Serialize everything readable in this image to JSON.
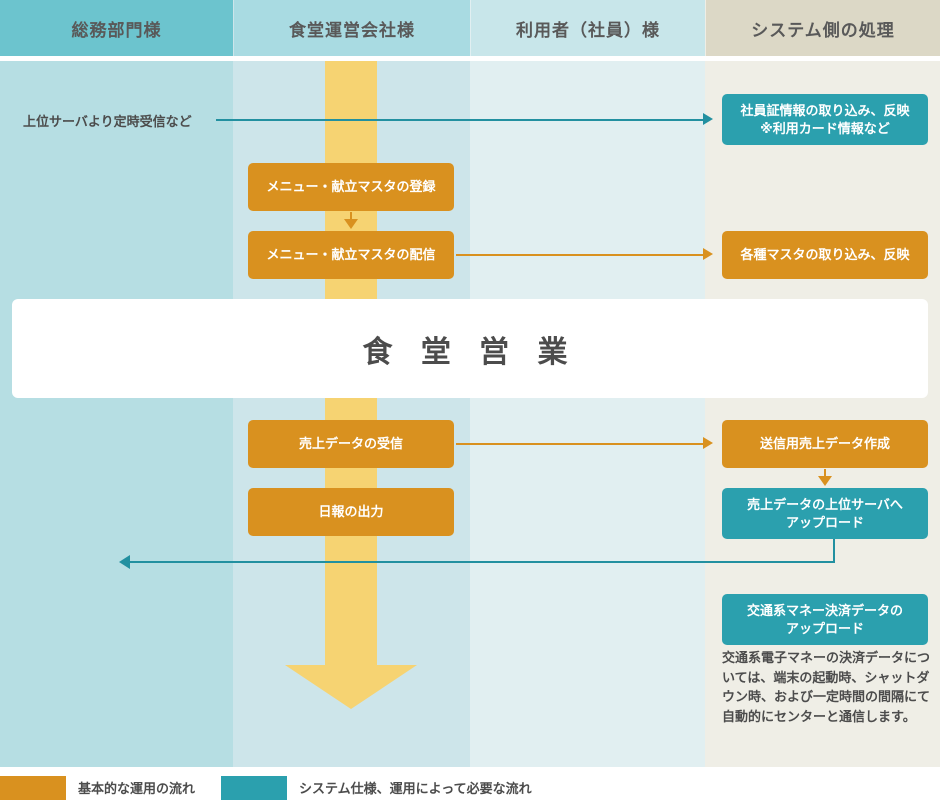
{
  "columns": [
    {
      "id": "general-affairs",
      "label": "総務部門様",
      "header_color": "#6cc4ce",
      "body_color": "#b6dee3"
    },
    {
      "id": "cafeteria-operator",
      "label": "食堂運営会社様",
      "header_color": "#a9dbe2",
      "body_color": "#cde5ea"
    },
    {
      "id": "user-employee",
      "label": "利用者（社員）様",
      "header_color": "#c8e6ea",
      "body_color": "#e1eff1"
    },
    {
      "id": "system-processing",
      "label": "システム側の処理",
      "header_color": "#dcd8c6",
      "body_color": "#efeee6"
    }
  ],
  "labels": {
    "upstream_receive": "上位サーバより定時受信など"
  },
  "nodes": {
    "employee_card_import": "社員証情報の取り込み、反映\n※利用カード情報など",
    "employee_card_import_line1": "社員証情報の取り込み、反映",
    "employee_card_import_line2": "※利用カード情報など",
    "menu_master_register": "メニュー・献立マスタの登録",
    "menu_master_distribute": "メニュー・献立マスタの配信",
    "master_import": "各種マスタの取り込み、反映",
    "sales_data_receive": "売上データの受信",
    "daily_report_output": "日報の出力",
    "sales_data_create": "送信用売上データ作成",
    "sales_upload_line1": "売上データの上位サーバへ",
    "sales_upload_line2": "アップロード",
    "emoney_upload_line1": "交通系マネー決済データの",
    "emoney_upload_line2": "アップロード"
  },
  "banner": {
    "title": "食 堂 営 業"
  },
  "note": {
    "text": "交通系電子マネーの決済データについては、端末の起動時、シャットダウン時、および一定時間の間隔にて自動的にセンターと通信します。"
  },
  "legend": [
    {
      "swatch": "orange",
      "color": "#d9911f",
      "label": "基本的な運用の流れ"
    },
    {
      "swatch": "teal",
      "color": "#2ba0ae",
      "label": "システム仕様、運用によって必要な流れ"
    }
  ],
  "colors": {
    "orange": "#d9911f",
    "teal": "#2ba0ae",
    "teal_line": "#2290a0",
    "yellow_band": "#f6d372",
    "text_dark": "#4c4c4c"
  }
}
